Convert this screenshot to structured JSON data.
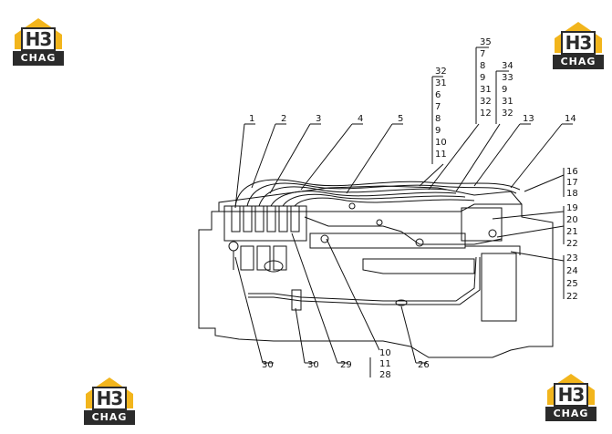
{
  "logos": [
    {
      "mark": "H3",
      "tag": "CHAG"
    },
    {
      "mark": "H3",
      "tag": "CHAG"
    },
    {
      "mark": "H3",
      "tag": "CHAG"
    },
    {
      "mark": "H3",
      "tag": "CHAG"
    }
  ],
  "colors": {
    "logo_roof": "#f2b51c",
    "logo_dark": "#2b2b2b",
    "line": "#111111"
  },
  "callouts": {
    "top": [
      "1",
      "2",
      "3",
      "4",
      "5",
      "13",
      "14"
    ],
    "right": [
      "16",
      "17",
      "18",
      "19",
      "20",
      "21",
      "22",
      "23",
      "24",
      "25",
      "22"
    ],
    "bottom": [
      "30",
      "30",
      "29",
      "26"
    ],
    "stack_bottom": [
      "10",
      "11",
      "28"
    ],
    "stack_a": [
      "32",
      "31",
      "6",
      "7",
      "8",
      "9",
      "10",
      "11"
    ],
    "stack_b": [
      "35",
      "7",
      "8",
      "9",
      "31",
      "32",
      "12"
    ],
    "stack_c": [
      "34",
      "33",
      "9",
      "31",
      "32"
    ]
  }
}
